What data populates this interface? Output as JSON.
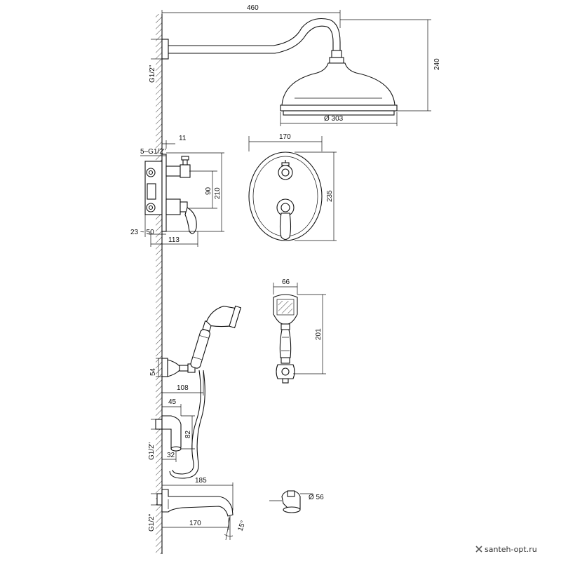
{
  "dims": {
    "arm_length": "460",
    "arm_height": "240",
    "head_diameter": "Ø 303",
    "thread_top": "G1/2\"",
    "valve_depth_top": "11",
    "valve_thread": "5–G1/2\"",
    "valve_spacing": "90",
    "valve_height": "210",
    "valve_adjust": "23 ~ 50",
    "valve_projection": "113",
    "plate_width": "170",
    "plate_height": "235",
    "handshower_width": "66",
    "handshower_length": "201",
    "holder_height": "54",
    "holder_projection": "108",
    "outlet_projection": "45",
    "outlet_height": "82",
    "thread_mid": "G1/2\"",
    "outlet_depth": "32",
    "spout_length": "185",
    "thread_bottom": "G1/2\"",
    "spout_projection": "170",
    "spout_angle": "15°",
    "diverter_diameter": "Ø 56"
  },
  "watermark": {
    "icon": "cross-icon",
    "text": "santeh-opt.ru"
  }
}
